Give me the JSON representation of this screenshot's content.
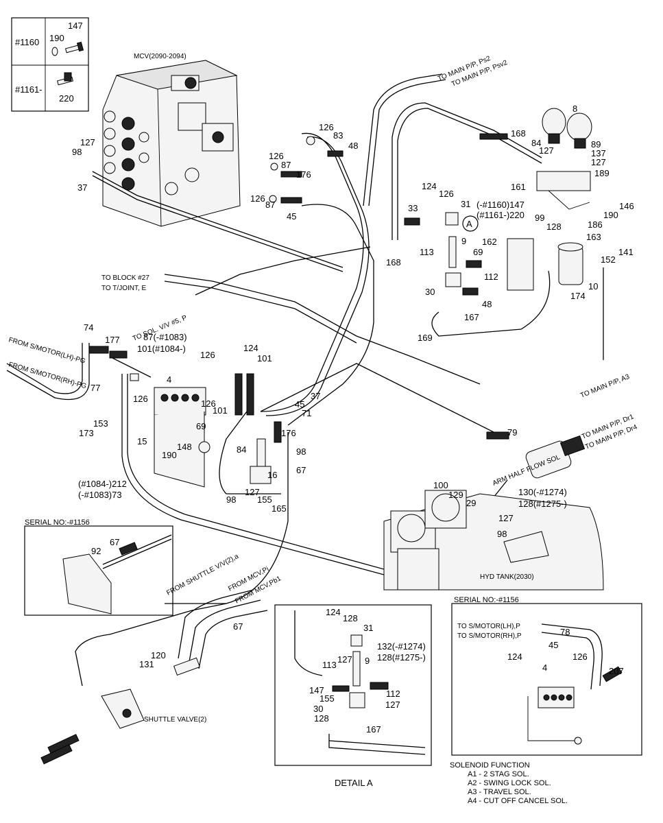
{
  "inset_table": {
    "rows": [
      {
        "serial": "#1160",
        "parts": [
          "147",
          "190"
        ]
      },
      {
        "serial": "#1161-",
        "parts": [
          "220"
        ]
      }
    ]
  },
  "components": {
    "mcv": "MCV(2090-2094)",
    "hyd_tank": "HYD TANK(2030)",
    "shuttle_valve": "SHUTTLE VALVE(2)",
    "arm_half_flow_sol": "ARM HALF FLOW SOL",
    "detail_marker": "A"
  },
  "destinations": {
    "to_main_pp_psv2_a": "TO MAIN P/P, Ps2",
    "to_main_pp_psv2_b": "TO MAIN P/P, Psv2",
    "to_block": "TO BLOCK #27",
    "to_tjoint": "TO T/JOINT, E",
    "to_sol_vv": "TO SOL. V/V #5, P",
    "to_main_pp_a3": "TO MAIN P/P, A3",
    "to_main_pp_dr1": "TO MAIN P/P, Dr1",
    "to_main_pp_dr4": "TO MAIN P/P, Dr4",
    "from_smotor_lh": "FROM S/MOTOR(LH)-PG",
    "from_smotor_rh": "FROM S/MOTOR(RH)-PG",
    "from_shuttle": "FROM SHUTTLE V/V(2),a",
    "from_mcv_1": "FROM MCV,Pi",
    "from_mcv_2": "FROM MCV,Pb1",
    "to_smotor_lh": "TO S/MOTOR(LH),P",
    "to_smotor_rh": "TO S/MOTOR(RH),P"
  },
  "part_labels": {
    "p8": "8",
    "p9": "9",
    "p10": "10",
    "p15": "15",
    "p16": "16",
    "p29": "29",
    "p30": "30",
    "p31": "31",
    "p33": "33",
    "p37": "37",
    "p37b": "37",
    "p45": "45",
    "p45b": "45",
    "p48": "48",
    "p48b": "48",
    "p67": "67",
    "p67b": "67",
    "p69": "69",
    "p69b": "69",
    "p71": "71",
    "p73": "(-#1083)73",
    "p74": "74",
    "p77": "77",
    "p79": "79",
    "p83": "83",
    "p84": "84",
    "p84b": "84",
    "p87a": "87",
    "p87b": "87",
    "p87c": "87(-#1083)",
    "p89": "89",
    "p98a": "98",
    "p98b": "98",
    "p98c": "98",
    "p98d": "98",
    "p99": "99",
    "p100": "100",
    "p101a": "101(#1084-)",
    "p101b": "101",
    "p101c": "101",
    "p112": "112",
    "p113": "113",
    "p124": "124",
    "p126a": "126",
    "p126b": "126",
    "p126c": "126",
    "p126d": "126",
    "p126e": "126",
    "p126f": "126",
    "p126g": "126",
    "p126h": "126",
    "p127a": "127",
    "p127b": "127",
    "p127c": "127",
    "p127d": "127",
    "p127e": "127",
    "p128": "128",
    "p128b": "128(#1275-)",
    "p129": "129",
    "p130": "130(-#1274)",
    "p137": "137",
    "p141": "141",
    "p146": "146",
    "p147": "(-#1160)147",
    "p148": "148",
    "p152": "152",
    "p153": "153",
    "p155": "155",
    "p161": "161",
    "p162": "162",
    "p163": "163",
    "p165": "165",
    "p167": "167",
    "p168a": "168",
    "p168b": "168",
    "p169": "169",
    "p173": "173",
    "p174": "174",
    "p176a": "176",
    "p176b": "176",
    "p177": "177",
    "p186": "186",
    "p189": "189",
    "p190a": "190",
    "p190b": "190",
    "p212": "(#1084-)212",
    "p220": "(#1161-)220",
    "p4": "4",
    "p124b": "124"
  },
  "serial_box_left": {
    "title": "SERIAL NO:-#1156",
    "labels": [
      "92",
      "67"
    ]
  },
  "bottom_left": {
    "labels": [
      "120",
      "131",
      "67"
    ]
  },
  "detail_a": {
    "title": "DETAIL  A",
    "labels": [
      "124",
      "128",
      "31",
      "113",
      "127",
      "9",
      "132(-#1274)",
      "128(#1275-)",
      "147",
      "155",
      "112",
      "127",
      "30",
      "128",
      "167"
    ]
  },
  "serial_box_right": {
    "title": "SERIAL NO:-#1156",
    "labels": [
      "78",
      "45",
      "124",
      "4",
      "126",
      "207"
    ]
  },
  "solenoid": {
    "title": "SOLENOID FUNCTION",
    "items": [
      "A1 - 2 STAG SOL.",
      "A2 - SWING LOCK SOL.",
      "A3 - TRAVEL SOL.",
      "A4 - CUT OFF CANCEL SOL."
    ]
  }
}
